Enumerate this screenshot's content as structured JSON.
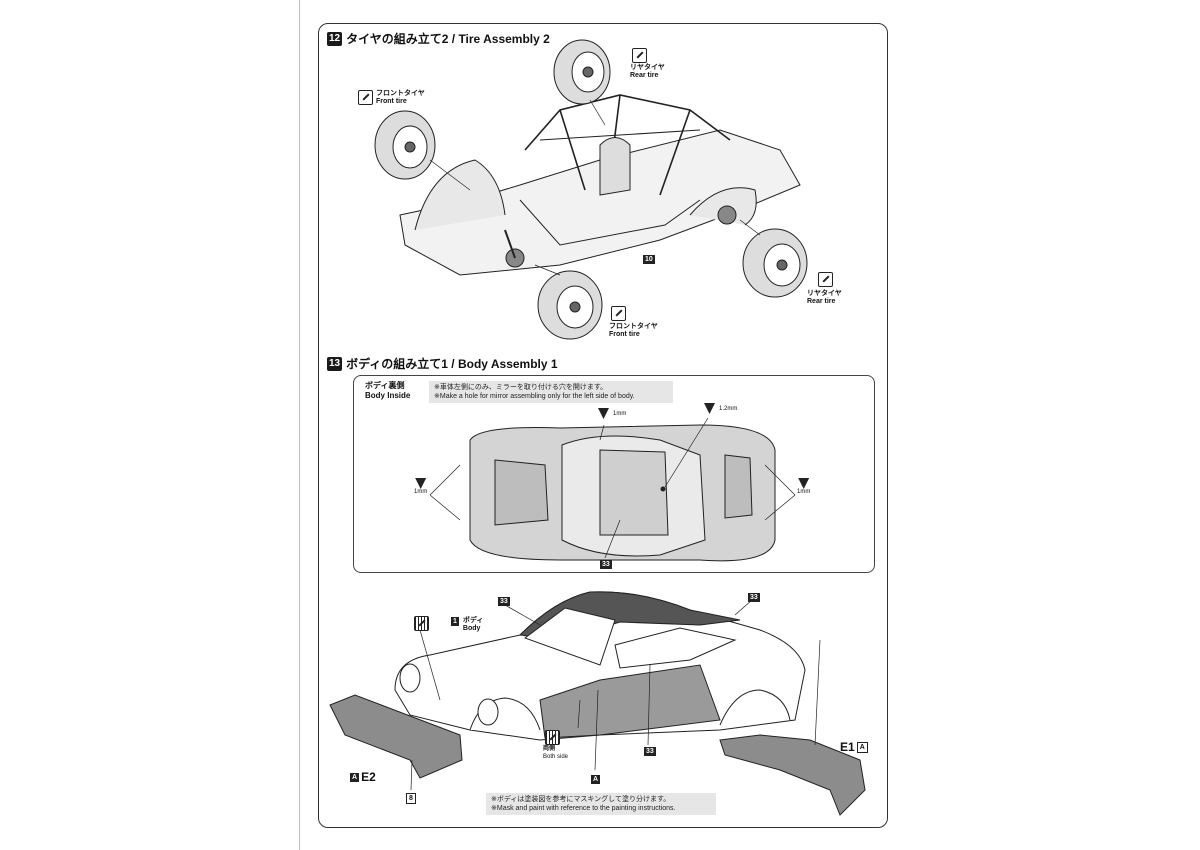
{
  "step12": {
    "num": "12",
    "title": "タイヤの組み立て2 / Tire Assembly 2",
    "rear_tire_top": {
      "jp": "リヤタイヤ",
      "en": "Rear tire"
    },
    "front_tire_left": {
      "jp": "フロントタイヤ",
      "en": "Front tire"
    },
    "rear_tire_right": {
      "jp": "リヤタイヤ",
      "en": "Rear tire"
    },
    "front_tire_bottom": {
      "jp": "フロントタイヤ",
      "en": "Front tire"
    },
    "part_ref": "10"
  },
  "step13": {
    "num": "13",
    "title": "ボディの組み立て1 / Body Assembly 1",
    "inside": {
      "title_jp": "ボディ裏側",
      "title_en": "Body Inside",
      "note_jp": "※車体左側にのみ、ミラーを取り付ける穴を開けます。",
      "note_en": "※Make a hole for mirror assembling only for the left side of body.",
      "drill_top": "1mm",
      "drill_roof": "1.2mm",
      "drill_left": "1mm",
      "drill_right": "1mm",
      "part_ref": "33"
    },
    "body": {
      "part_num": "1",
      "part_jp": "ボディ",
      "part_en": "Body",
      "ref_33_a": "33",
      "ref_33_b": "33",
      "ref_33_c": "33",
      "both_side_jp": "両側",
      "both_side_en": "Both side",
      "ref_a": "A",
      "ref_8": "8",
      "e2_a": "A",
      "e2_label": "E2",
      "e1_label": "E1",
      "e1_a": "A",
      "note_jp": "※ボディは塗装図を参考にマスキングして塗り分けます。",
      "note_en": "※Mask and paint with reference to the painting instructions."
    }
  }
}
